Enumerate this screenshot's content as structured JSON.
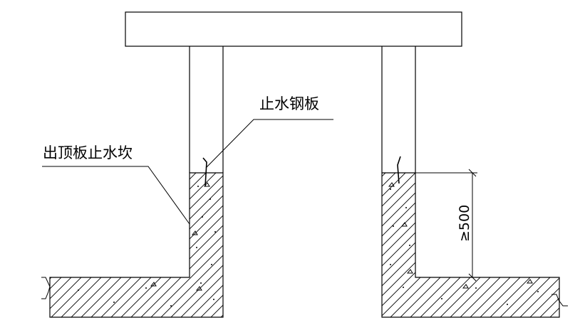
{
  "labels": {
    "waterstop_plate": "止水钢板",
    "roof_slab_curb": "出顶板止水坎",
    "dimension": "≥500"
  },
  "colors": {
    "line": "#000000",
    "background": "#ffffff"
  }
}
